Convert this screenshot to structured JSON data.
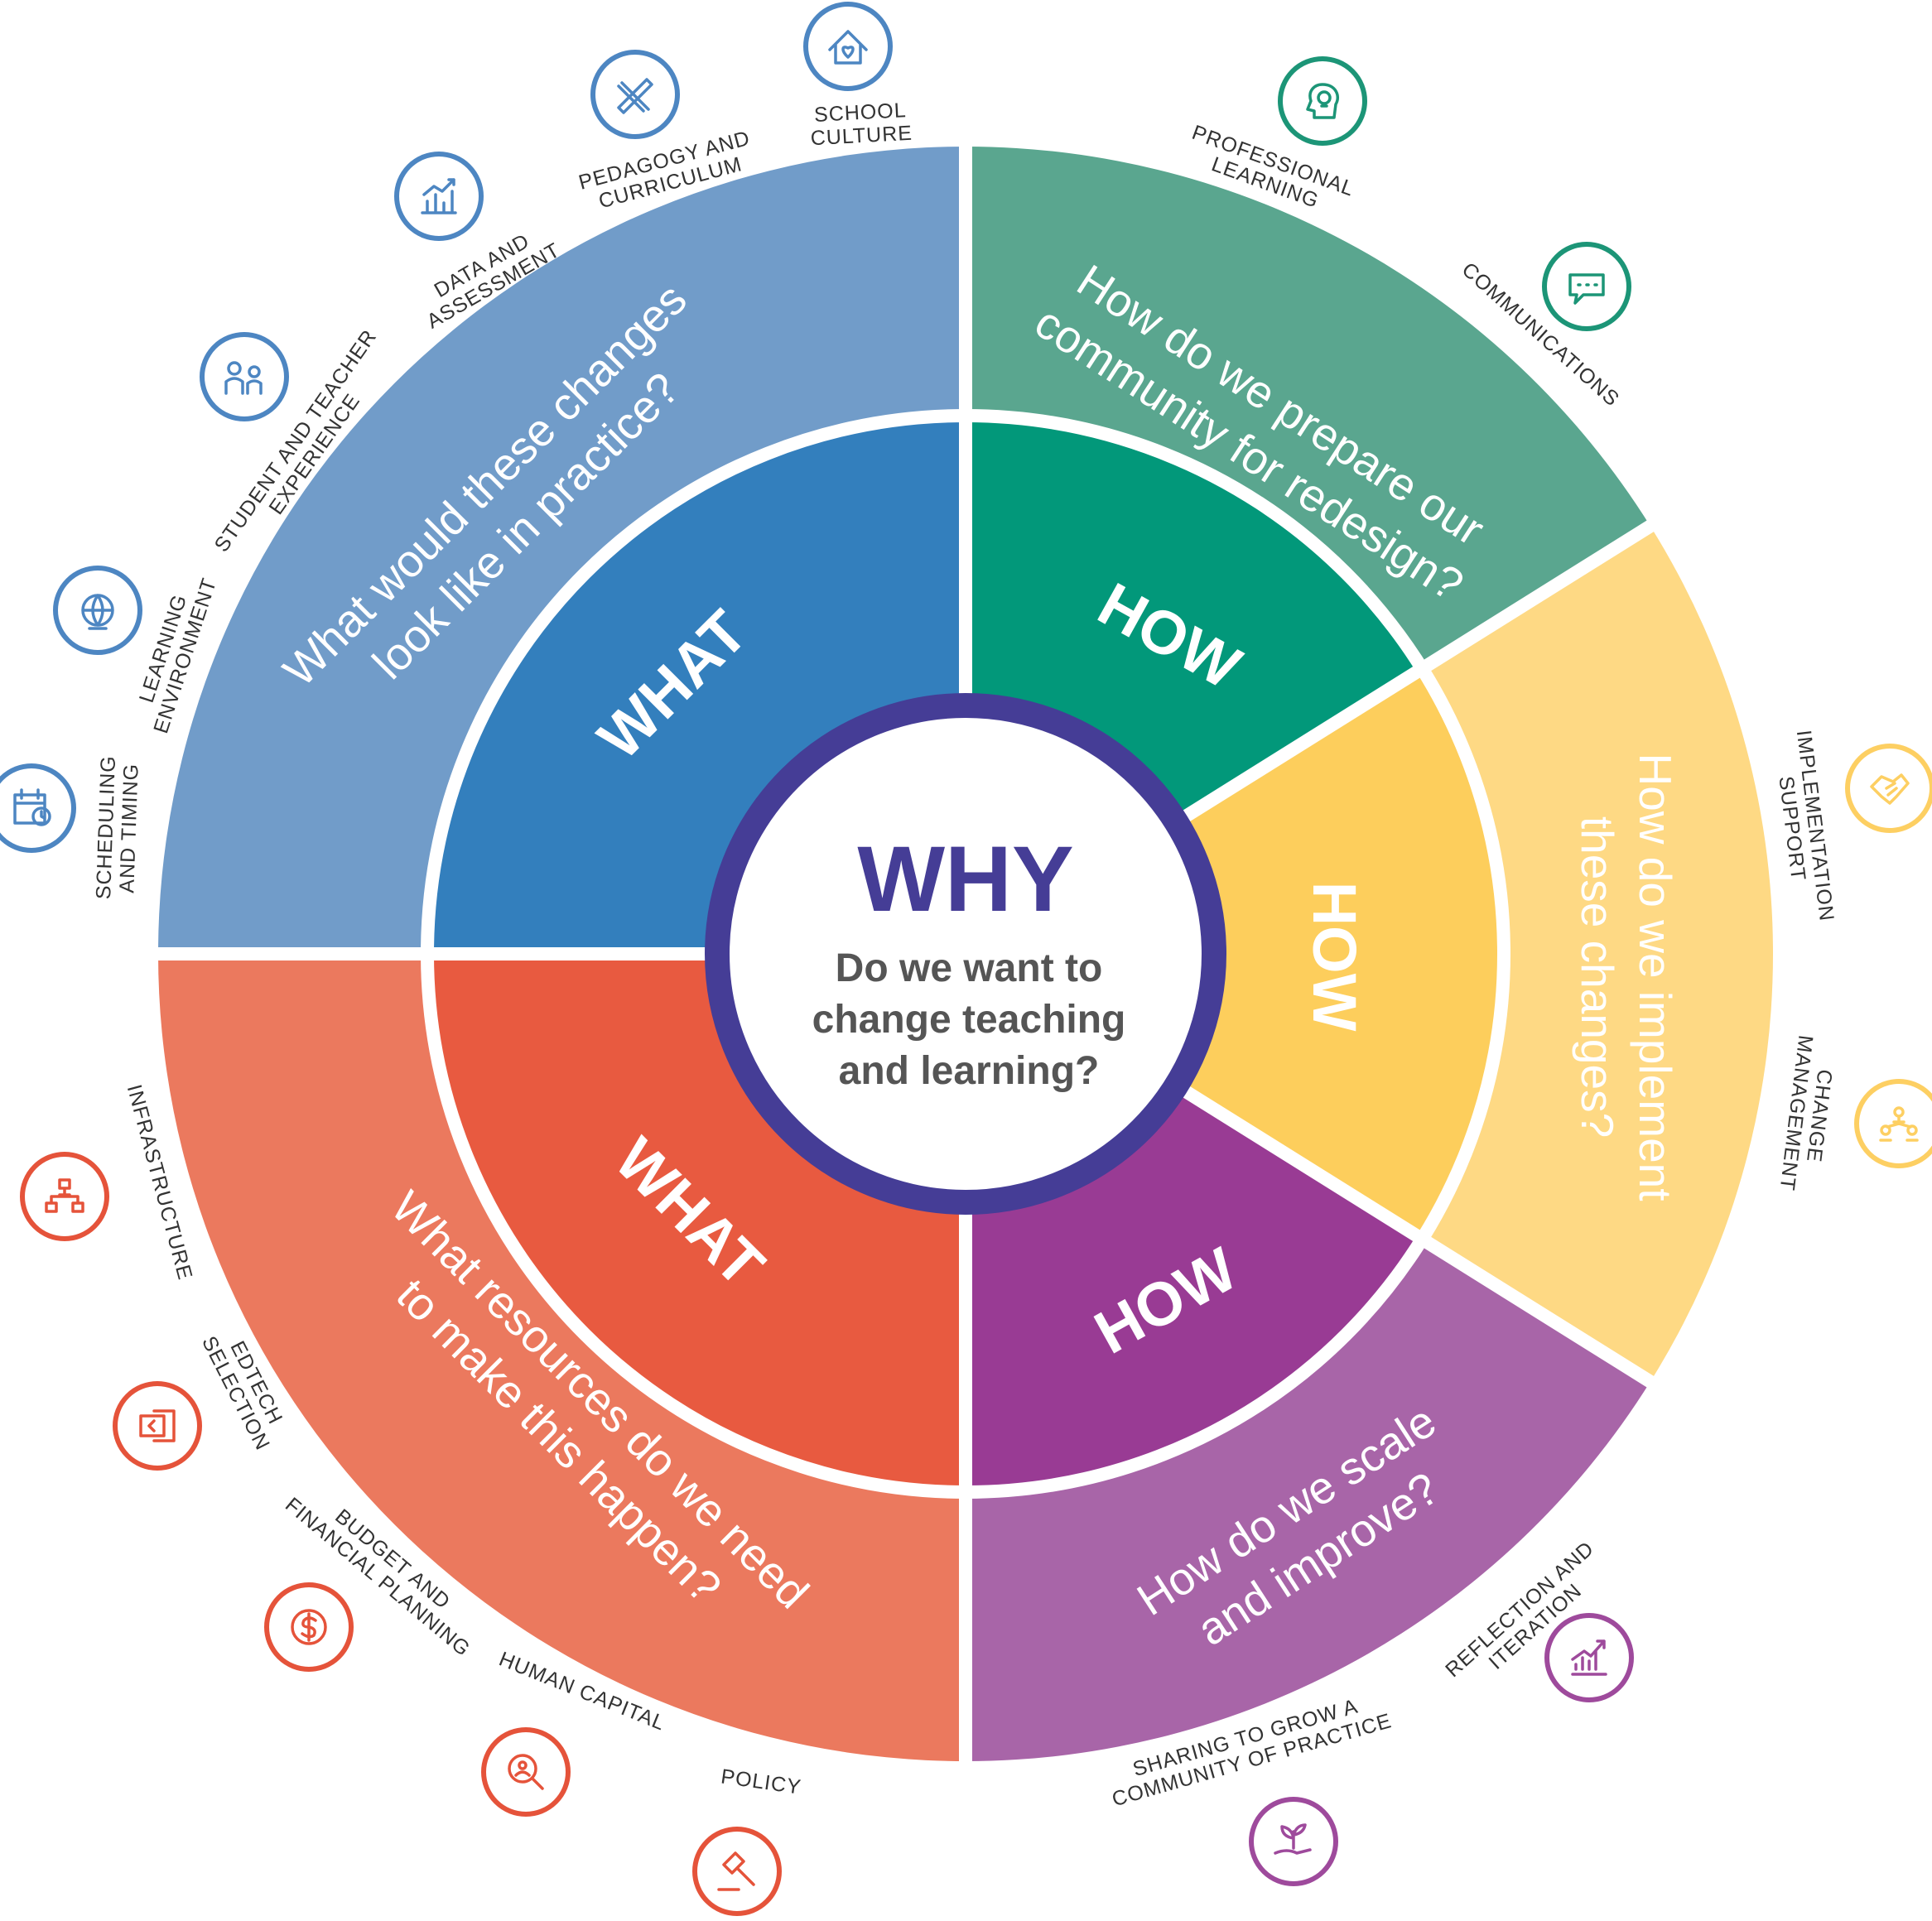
{
  "center": {
    "title": "WHY",
    "subtitle_lines": [
      "Do we want to",
      "change teaching",
      "and learning?"
    ],
    "title_color": "#453d96",
    "ring_color": "#453d96"
  },
  "sectors": [
    {
      "id": "what-top",
      "inner_label": "WHAT",
      "outer_question_lines": [
        "What would these changes",
        "look like in practice?"
      ],
      "inner_color": "#337fbd",
      "outer_color": "#719cc9",
      "icon_color": "#4d86c2"
    },
    {
      "id": "how-prepare",
      "inner_label": "HOW",
      "outer_question_lines": [
        "How do we prepare our",
        "community for redesign?"
      ],
      "inner_color": "#02987a",
      "outer_color": "#5aa68f",
      "icon_color": "#1c9577"
    },
    {
      "id": "how-implement",
      "inner_label": "HOW",
      "outer_question_lines": [
        "How do we implement",
        "these changes?"
      ],
      "inner_color": "#fdce5c",
      "outer_color": "#fed984",
      "icon_color": "#fdcf62"
    },
    {
      "id": "how-scale",
      "inner_label": "HOW",
      "outer_question_lines": [
        "How do we scale",
        "and improve?"
      ],
      "inner_color": "#993b94",
      "outer_color": "#a865a8",
      "icon_color": "#9e4a9c"
    },
    {
      "id": "what-resources",
      "inner_label": "WHAT",
      "outer_question_lines": [
        "What resources do we need",
        "to make this happen?"
      ],
      "inner_color": "#e85a40",
      "outer_color": "#eb795e",
      "icon_color": "#e5533a"
    }
  ],
  "topics": [
    {
      "id": "school-culture",
      "lines": [
        "SCHOOL",
        "CULTURE"
      ],
      "icon": "home-heart-icon",
      "group": "what-top"
    },
    {
      "id": "pedagogy-curriculum",
      "lines": [
        "PEDAGOGY AND",
        "CURRICULUM"
      ],
      "icon": "pencil-ruler-icon",
      "group": "what-top"
    },
    {
      "id": "data-assessment",
      "lines": [
        "DATA AND",
        "ASSESSMENT"
      ],
      "icon": "bar-chart-icon",
      "group": "what-top"
    },
    {
      "id": "student-teacher-experience",
      "lines": [
        "STUDENT AND TEACHER",
        "EXPERIENCE"
      ],
      "icon": "people-icon",
      "group": "what-top"
    },
    {
      "id": "learning-environment",
      "lines": [
        "LEARNING",
        "ENVIRONMENT"
      ],
      "icon": "globe-icon",
      "group": "what-top"
    },
    {
      "id": "scheduling-timing",
      "lines": [
        "SCHEDULING",
        "AND TIMING"
      ],
      "icon": "calendar-clock-icon",
      "group": "what-top"
    },
    {
      "id": "professional-learning",
      "lines": [
        "PROFESSIONAL",
        "LEARNING"
      ],
      "icon": "lightbulb-head-icon",
      "group": "how-prepare"
    },
    {
      "id": "communications",
      "lines": [
        "COMMUNICATIONS"
      ],
      "icon": "chat-bubble-icon",
      "group": "how-prepare"
    },
    {
      "id": "implementation-support",
      "lines": [
        "IMPLEMENTATION",
        "SUPPORT"
      ],
      "icon": "handshake-icon",
      "group": "how-implement"
    },
    {
      "id": "change-management",
      "lines": [
        "CHANGE",
        "MANAGEMENT"
      ],
      "icon": "network-people-icon",
      "group": "how-implement"
    },
    {
      "id": "reflection-iteration",
      "lines": [
        "REFLECTION AND",
        "ITERATION"
      ],
      "icon": "growth-chart-icon",
      "group": "how-scale"
    },
    {
      "id": "sharing-community",
      "lines": [
        "SHARING TO GROW A",
        "COMMUNITY OF PRACTICE"
      ],
      "icon": "plant-hand-icon",
      "group": "how-scale"
    },
    {
      "id": "policy",
      "lines": [
        "POLICY"
      ],
      "icon": "gavel-icon",
      "group": "what-resources"
    },
    {
      "id": "human-capital",
      "lines": [
        "HUMAN CAPITAL"
      ],
      "icon": "magnifier-person-icon",
      "group": "what-resources"
    },
    {
      "id": "budget-financial",
      "lines": [
        "BUDGET AND",
        "FINANCIAL PLANNING"
      ],
      "icon": "dollar-icon",
      "group": "what-resources"
    },
    {
      "id": "edtech-selection",
      "lines": [
        "EDTECH",
        "SELECTION"
      ],
      "icon": "devices-icon",
      "group": "what-resources"
    },
    {
      "id": "infrastructure",
      "lines": [
        "INFRASTRUCTURE"
      ],
      "icon": "org-chart-icon",
      "group": "what-resources"
    }
  ]
}
